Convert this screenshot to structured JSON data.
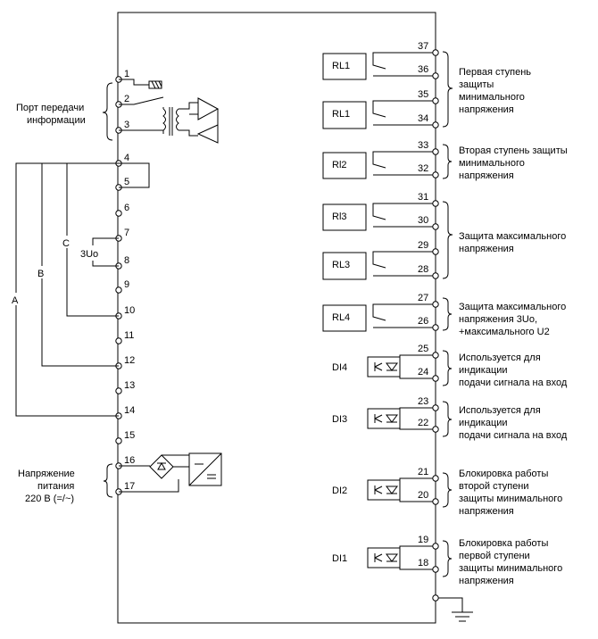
{
  "left_terminals": [
    "1",
    "2",
    "3",
    "4",
    "5",
    "6",
    "7",
    "8",
    "9",
    "10",
    "11",
    "12",
    "13",
    "14",
    "15",
    "16",
    "17"
  ],
  "right_terminals": [
    "37",
    "36",
    "35",
    "34",
    "33",
    "32",
    "31",
    "30",
    "29",
    "28",
    "27",
    "26",
    "25",
    "24",
    "23",
    "22",
    "21",
    "20",
    "19",
    "18"
  ],
  "relays": [
    "RL1",
    "RL1",
    "Rl2",
    "Rl3",
    "RL3",
    "RL4"
  ],
  "digital_inputs": [
    "DI4",
    "DI3",
    "DI2",
    "DI1"
  ],
  "phase_labels": [
    "A",
    "B",
    "C"
  ],
  "zero_seq_label": "3Uo",
  "port_label": [
    "Порт передачи",
    "информации"
  ],
  "power_label": [
    "Напряжение",
    "питания",
    "220 В (=/~)"
  ],
  "descriptions": {
    "stage1": [
      "Первая ступень",
      "защиты",
      "минимального",
      "напряжения"
    ],
    "stage2": [
      "Вторая ступень защиты",
      "минимального",
      "напряжения"
    ],
    "overvoltage": [
      "Защита максимального",
      "напряжения"
    ],
    "overvoltage_3uo": [
      "Защита максимального",
      "напряжения 3Uo,",
      "+максимального U2"
    ],
    "di4": [
      "Используется для",
      "индикации",
      "подачи сигнала на вход"
    ],
    "di3": [
      "Используется для",
      "индикации",
      "подачи сигнала на вход"
    ],
    "block2": [
      "Блокировка работы",
      "второй ступени",
      "защиты минимального",
      "напряжения"
    ],
    "block1": [
      "Блокировка работы",
      "первой ступени",
      "защиты минимального",
      "напряжения"
    ]
  }
}
